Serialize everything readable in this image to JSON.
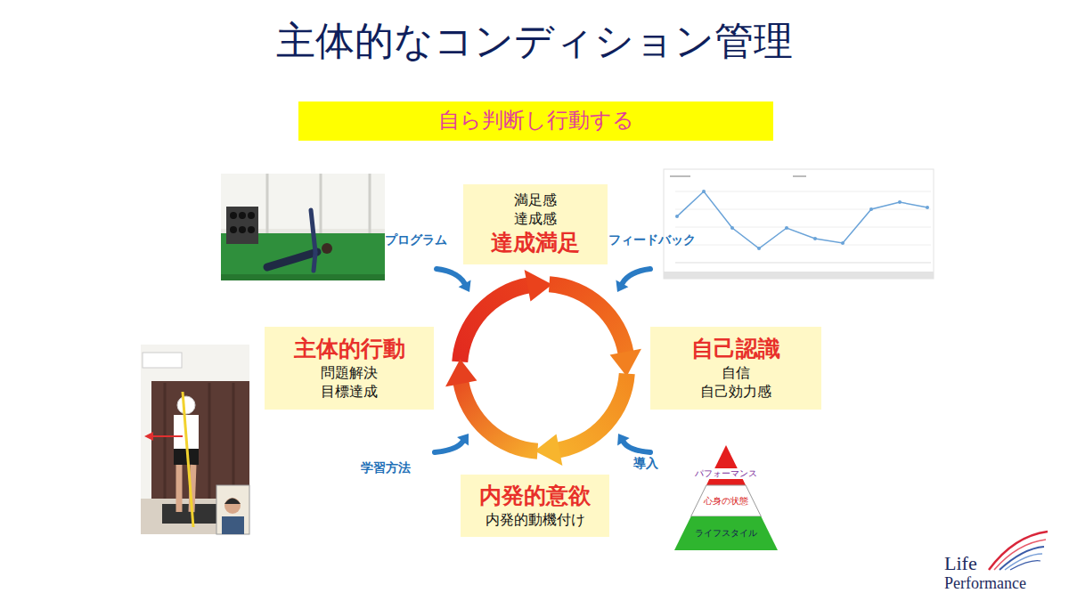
{
  "diagram": {
    "title": "主体的なコンディション管理",
    "nodes": [
      {
        "text": [
          "自ら判断し行動する"
        ]
      },
      {
        "text": [
          "満足感",
          "達成感",
          "達成満足"
        ]
      },
      {
        "text": [
          "主体的行動",
          "問題解決",
          "目標達成"
        ]
      },
      {
        "text": [
          "自己認識",
          "自信",
          "自己効力感"
        ]
      },
      {
        "text": [
          "内発的意欲",
          "内発的動機付け"
        ]
      },
      {
        "text": [
          "パフォーマンス"
        ]
      },
      {
        "text": [
          "心身の状態"
        ]
      },
      {
        "text": [
          "ライフスタイル"
        ]
      }
    ],
    "labels": [
      "プログラム",
      "フィードバック",
      "学習方法",
      "導入",
      "Life",
      "Performance"
    ]
  }
}
